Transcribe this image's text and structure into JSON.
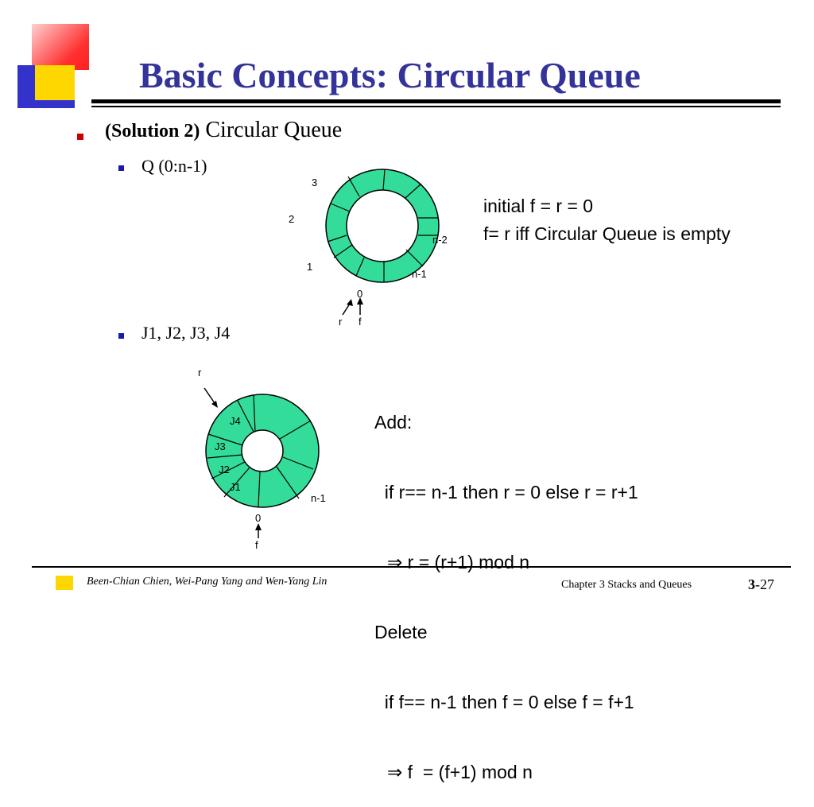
{
  "slide": {
    "title": "Basic Concepts: Circular Queue",
    "bullet1": {
      "paren_open": "(",
      "bold": "Solution 2",
      "paren_close": ")",
      "rest": " Circular Queue"
    },
    "sub1": "Q (0:n-1)",
    "sub2": "J1, J2, J3, J4"
  },
  "diagram1": {
    "labels": {
      "three": "3",
      "two": "2",
      "one": "1",
      "n_minus_2": "n-2",
      "n_minus_1": "n-1",
      "zero": "0",
      "r": "r",
      "f": "f"
    },
    "notes": [
      "initial f = r = 0",
      "f= r iff Circular Queue is empty"
    ]
  },
  "diagram2": {
    "slots": [
      "J4",
      "J3",
      "J2",
      "J1"
    ],
    "labels": {
      "n_minus_1": "n-1",
      "zero": "0",
      "r": "r",
      "f": "f"
    }
  },
  "code": {
    "lines": [
      "Add:",
      "  if r== n-1 then r = 0 else r = r+1",
      "⇒ r = (r+1) mod n",
      "Delete",
      "  if f== n-1 then f = 0 else f = f+1",
      "⇒ f  = (f+1) mod n"
    ]
  },
  "footer": {
    "authors": "Been-Chian Chien, Wei-Pang Yang and Wen-Yang Lin",
    "chapter": "Chapter 3  Stacks and Queues",
    "page_bold": "3",
    "page_rest": "-27"
  },
  "colors": {
    "title": "#333399",
    "ring": "#33dd99",
    "bullet_red": "#cc0000",
    "bullet_blue": "#1a1aaa",
    "accent_yellow": "#ffd700"
  }
}
